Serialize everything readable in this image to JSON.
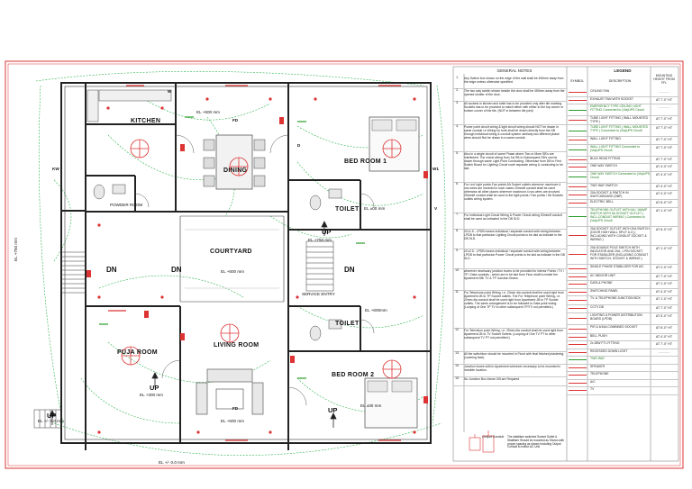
{
  "rooms": {
    "kitchen": "KITCHEN",
    "dining": "DINING",
    "bed1": "BED ROOM 1",
    "powder": "POWDER ROOM",
    "toilet1": "TOILET",
    "toilet2": "TOILET",
    "courtyard": "COURTYARD",
    "puja": "PUJA ROOM",
    "living": "LIVING ROOM",
    "bed2": "BED ROOM 2",
    "service": "SERVICE ENTRY"
  },
  "levels": {
    "kitchen_top": "EL +600 mm",
    "toilet1": "EL ±00 mm",
    "courtyard_up": "EL +750 mm",
    "courtyard_dn": "EL +600 mm",
    "left_side": "EL +750 mm",
    "right_mid": "EL +600mm",
    "living_left": "EL +300 mm",
    "living_bottom": "EL +600 mm",
    "bed2": "EL ±00 mm",
    "bottom_left": "EL +/- 0.0 mm",
    "bottom_center": "EL +/- 0.0 mm"
  },
  "stairs": {
    "up": "UP",
    "dn": "DN"
  },
  "windows": {
    "w": "W",
    "w1": "W1",
    "v": "V",
    "kw": "KW",
    "fd": "FD",
    "d": "D"
  },
  "notes": {
    "title": "GENERAL NOTES",
    "items": [
      {
        "n": "1.",
        "t": "Any Switch box shown on the edge of the wall shall be 450mm away from the edge unless otherwise specified."
      },
      {
        "n": "2.",
        "t": "The two way switch shown beside the door shall be 450mm away from the opened shutter of the door."
      },
      {
        "n": "3.",
        "t": "All sockets in kitchen and toilet has to be provided only after tile marking. Sockets has to be provided to match either with either to the top corner or bottom corner of the tile. (NOT in between tile joint)"
      },
      {
        "n": "4.",
        "t": "Power point circuit wiring & light circuit wiring should NOT be drawn in same conduit i.e Wiring for both shall be drawn directly from the DB through individual wiring & conduit system similarly two different phase wires should Not be drawn in a same conduit."
      },
      {
        "n": "5.",
        "t": "Also in a single circuit of same Phase where Two or More SB's are Interlinked. The circuit wiring from 1st SB to Subsequent SB's can be drawn through same Light Point Conducting. Otherwise from DB to First Switch Board for Lighting Circuit route separate wiring & conducting to be laid."
      },
      {
        "n": "6.",
        "t": "For Led Light points,Fan points,5A Socket outlets wherever maximum 4 nos wires are involved in such cases 20mmØ conduit shall be used otherwise all other places wherever maximum 4 nos wires are involved 25mmØ conduit shall be used to the light points / Fan points / 5A Sockets outlets wiring system."
      },
      {
        "n": "7.",
        "t": "For Individual Light Circuit Wiring & Power Circuit wiring 20mmØ conduit shall be used as indicated in the DB SLD."
      },
      {
        "n": "8.",
        "t": "2Cx1.5 - LPDB means individual / separate conduit with wiring between LPDB to that particular Lighting Circuit points to be laid as indicate in the DB SLD."
      },
      {
        "n": "9.",
        "t": "2Cx2.5 - LPDB means individual / separate conduit with wiring between LPDB to that particular Power Circuit points to be laid as indicate in the DB SLD."
      },
      {
        "n": "10.",
        "t": "wherever necessary junction boxes to be provided for interior Points / TV / TP / Data conduits - which are to be laid from Floor shaft to inside the Apartment DB/ TV & TP Junction Boxes."
      },
      {
        "n": "11.",
        "t": "For Telephone point Wiring, i.e. 20mm dia conduit shall be used right from Apartment JB to TP Socket outlets. The For Telephone point Wiring, i.e. 20mm dia conduit shall be used right from Apartment JB to TP Socket outlets. The same arrangement is to be followed to Data point wiring. (Looping of One TP TV to other subsequent TP/TV not permitted.)"
      },
      {
        "n": "12.",
        "t": "For Television point Wiring, i.e. 25mm dia conduit shall be used right from Apartment JB to TV Socket Outlets. (Looping of One TV PT to other subsequent TV PT not permitted.)"
      },
      {
        "n": "13.",
        "t": "All the switchbox should be mounted in Flush with final finished plastering. (covering face)"
      },
      {
        "n": "14.",
        "t": "Junction boxes with in Apartment wherever necessary to be mounted in invisible location."
      },
      {
        "n": "15.",
        "t": "No Junction Box Above DB are Required"
      }
    ],
    "output_box": "Output Conduit",
    "output_text": "The stabiliser switched Socket Outlet & Stabiliser Should be mounted as Shown with proper spacing as shown Including Output Conduit to indoor AC Unit"
  },
  "legend": {
    "title": "LEGEND",
    "col_symbol": "SYMBOL",
    "col_desc": "DESCRIPTION",
    "col_height": "MOUNTING HEIGHT FROM FFL",
    "rows": [
      {
        "d": "CEILING FAN",
        "h": "- - - - - -",
        "c": "#d33"
      },
      {
        "d": "EXHAUST FAN WITH SOCKET",
        "h": "AT 7'-0\" HT",
        "c": "#d33"
      },
      {
        "d": "EMERGENCY TYPE CEILING LIGHT FITTING Connected to (Via)UPS Circuit",
        "h": "- - - - - -",
        "c": "#2a9d2a"
      },
      {
        "d": "TUBE LIGHT FITTING ( WALL MOUNTED TYPE )",
        "h": "AT 7'-0\" HT",
        "c": "#d33"
      },
      {
        "d": "TUBE LIGHT FITTING ( WALL MOUNTED TYPE ) Connected to (Via)UPS Circuit",
        "h": "AT 7'-0\" HT",
        "c": "#2a9d2a"
      },
      {
        "d": "WALL LIGHT FITTING",
        "h": "AT 7'-0\" HT",
        "c": "#d33"
      },
      {
        "d": "WALL LIGHT FITTING Connected to (Via)UPS Circuit",
        "h": "AT 7'-0\" HT",
        "c": "#2a9d2a"
      },
      {
        "d": "BULK HEAD FITTING",
        "h": "AT 7'-0\" HT",
        "c": "#d33"
      },
      {
        "d": "ONE WAY SWITCH",
        "h": "AT 4'-0\" HT",
        "c": "#d33"
      },
      {
        "d": "ONE WAY SWITCH Connected to (Via)UPS Circuit",
        "h": "AT 4'-0\" HT",
        "c": "#2a9d2a"
      },
      {
        "d": "TWO WAY SWITCH",
        "h": "AT 4'-0\" HT",
        "c": "#d33"
      },
      {
        "d": "20A SOCKET & SWITCH IN SWITCHBOARD (SBP)",
        "h": "AT 4'-0\" HT",
        "c": "#d33"
      },
      {
        "d": "ELECTRIC BELL",
        "h": "AT 6'-0\" HT",
        "c": "#d33"
      },
      {
        "d": "TELEPHONE OUTLET WITH 6A / 16AMP SWITCH WITH 6A SOCKET OUTLET ( INCL.CONDUIT WIRING ) Connected to (Via)UPS Circuit",
        "h": "AT 1'-0\" HT",
        "c": "#2a9d2a"
      },
      {
        "d": "20A SOCKET OUTLET WITH 20A SWITCH (DOOR HIGH WALL SPLIT A.C) ( INCLUDING WITH CONDUIT SOCKET & WIRING )",
        "h": "AT 6'-0\" HT",
        "c": "#d33"
      },
      {
        "d": "20A DOUBLE POLE SWITCH WITH INDICATOR AND 20A, 1 PIN SOCKET FOR STABILIZER (INCLUDING CONDUIT WITH SWITCH, SOCKET & WIRING )",
        "h": "AT 1'-0\" HT",
        "c": "#d33"
      },
      {
        "d": "SINGLE PHASE STABILIZER FOR A/C",
        "h": "AT 2'-0\" HT",
        "c": "#d33"
      },
      {
        "d": "AC INDOOR UNIT",
        "h": "AT 7'-0\" HT",
        "c": "#d33"
      },
      {
        "d": "DATA & PHONE",
        "h": "AT 1'-0\" HT",
        "c": "#d33"
      },
      {
        "d": "SWITCHING PANEL",
        "h": "AT 4'-0\" HT",
        "c": "#d33"
      },
      {
        "d": "TV, & TELEPHONE JUNCTION BOX",
        "h": "AT 1'-0\" HT",
        "c": "#d33"
      },
      {
        "d": "CCTV DB",
        "h": "AT 7'-0\" HT",
        "c": "#d33"
      },
      {
        "d": "LIGHTING & POWER DISTRIBUTION BOARD (LPDB)",
        "h": "AT 5'-0\" HT",
        "c": "#d33"
      },
      {
        "d": "PIR & 6/16A COMBINED SOCKET",
        "h": "AT 6'-0\" HT",
        "c": "#d33"
      },
      {
        "d": "BELL PUSH",
        "h": "AT 4'-0\" HT",
        "c": "#d33"
      },
      {
        "d": "2x 28W FTL FITTING",
        "h": "AT 7'-0\" HT",
        "c": "#d33"
      },
      {
        "d": "RECESSED DOWN LIGHT",
        "h": "- - - - - -",
        "c": "#d33"
      },
      {
        "d": "TWO WAY",
        "h": "",
        "c": "#2a9d2a"
      },
      {
        "d": "SPEAKER",
        "h": "",
        "c": "#d33"
      },
      {
        "d": "TELEPHONE",
        "h": "",
        "c": "#d33"
      },
      {
        "d": "A/C",
        "h": "",
        "c": "#d33"
      },
      {
        "d": "TV",
        "h": "",
        "c": "#d33"
      }
    ]
  }
}
